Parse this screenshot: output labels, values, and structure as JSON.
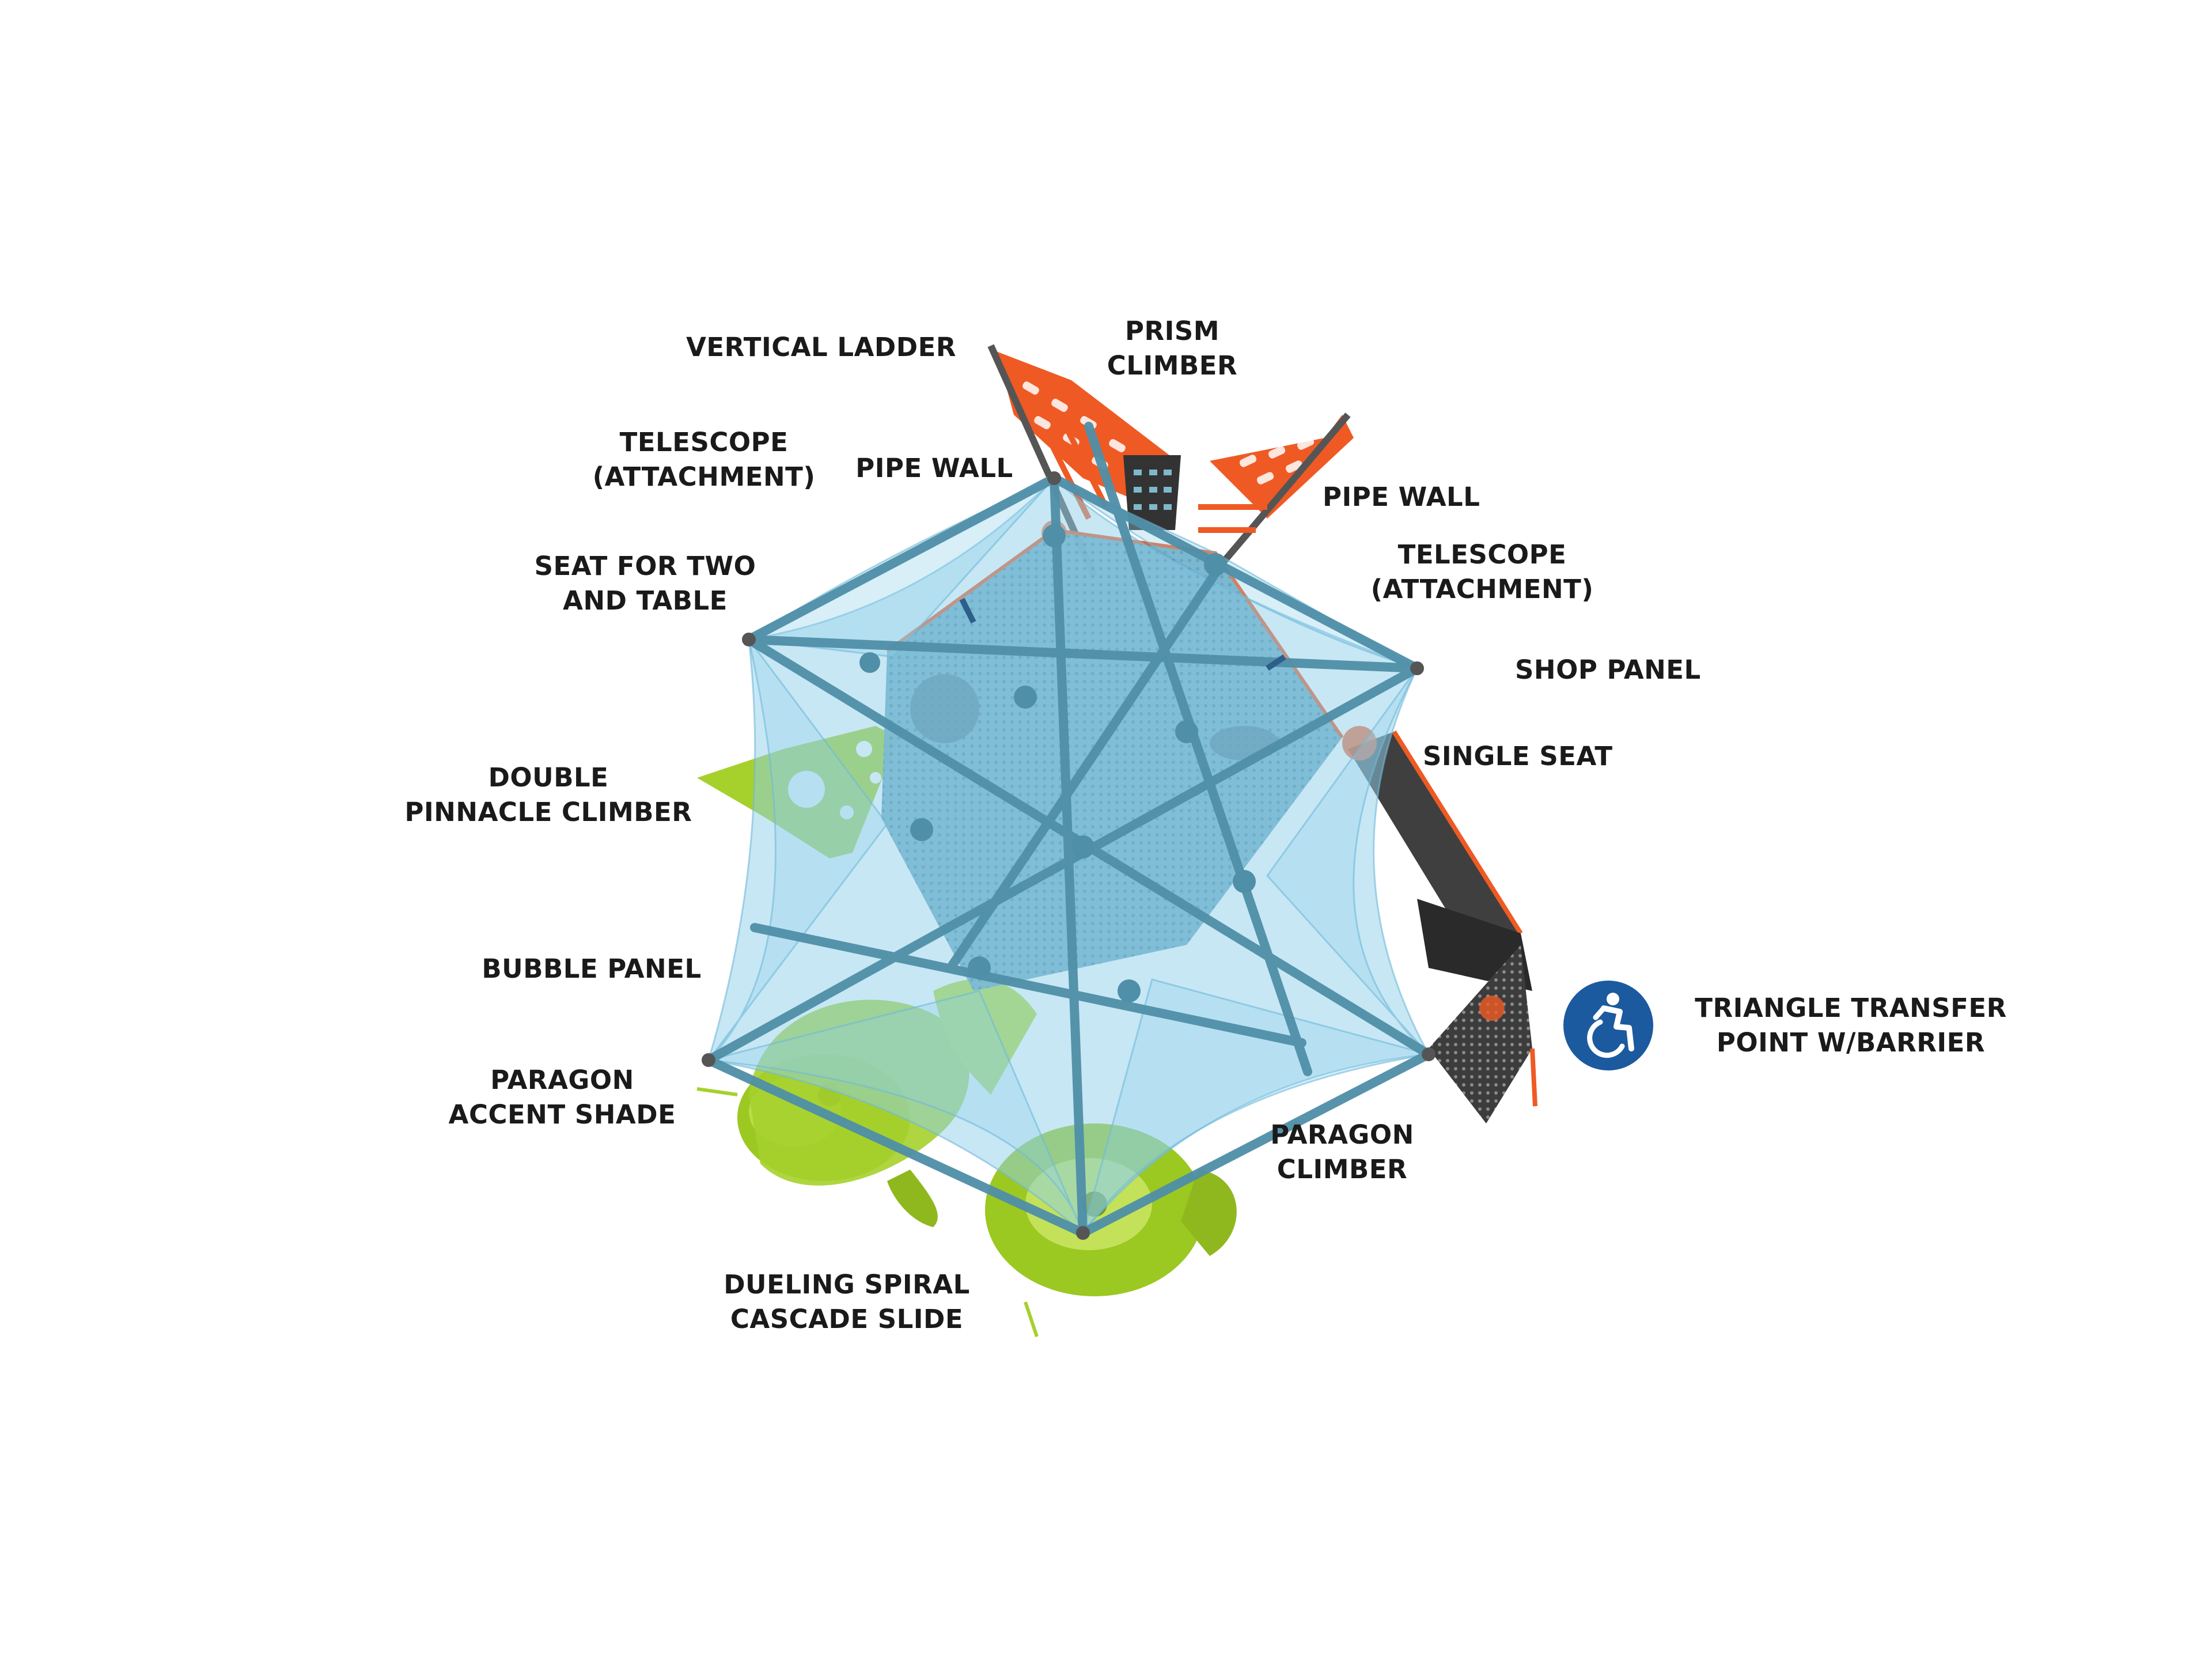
{
  "labels": {
    "vertical_ladder": [
      "VERTICAL LADDER"
    ],
    "prism_climber": [
      "PRISM",
      "CLIMBER"
    ],
    "telescope_left": [
      "TELESCOPE",
      "(ATTACHMENT)"
    ],
    "pipe_wall_left": [
      "PIPE WALL"
    ],
    "pipe_wall_right": [
      "PIPE WALL"
    ],
    "telescope_right": [
      "TELESCOPE",
      "(ATTACHMENT)"
    ],
    "seat_for_two": [
      "SEAT FOR TWO",
      "AND TABLE"
    ],
    "shop_panel": [
      "SHOP PANEL"
    ],
    "single_seat": [
      "SINGLE SEAT"
    ],
    "double_pinnacle": [
      "DOUBLE",
      "PINNACLE CLIMBER"
    ],
    "bubble_panel": [
      "BUBBLE PANEL"
    ],
    "triangle_transfer": [
      "TRIANGLE TRANSFER",
      "POINT W/BARRIER"
    ],
    "paragon_accent_shade": [
      "PARAGON",
      "ACCENT SHADE"
    ],
    "paragon_climber": [
      "PARAGON",
      "CLIMBER"
    ],
    "dueling_spiral": [
      "DUELING SPIRAL",
      "CASCADE SLIDE"
    ]
  },
  "icons": {
    "accessibility": "wheelchair-accessible-icon"
  },
  "colors": {
    "shade_blue": "#8fd0ec",
    "frame_blue": "#4f8fa8",
    "deck": "#5f9fb8",
    "orange": "#ef5a24",
    "lime": "#a6d02c",
    "dark_gray": "#3a3a3a",
    "badge_blue": "#1b5a9e",
    "text": "#1a1a1a"
  }
}
